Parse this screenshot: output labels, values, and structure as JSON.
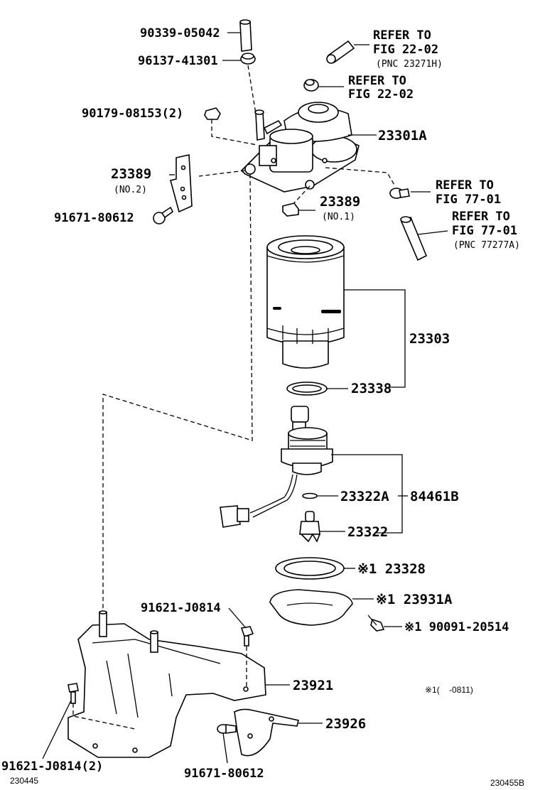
{
  "labels": {
    "p90339": "90339-05042",
    "p96137": "96137-41301",
    "refer1_a": "REFER TO",
    "refer1_b": "FIG 22-02",
    "refer1_c": "(PNC 23271H)",
    "refer2_a": "REFER TO",
    "refer2_b": "FIG 22-02",
    "p90179": "90179-08153(2)",
    "p23301A": "23301A",
    "p23389a": "23389",
    "p23389a_sub": "(NO.2)",
    "refer3_a": "REFER TO",
    "refer3_b": "FIG 77-01",
    "p23389b": "23389",
    "p23389b_sub": "(NO.1)",
    "p91671a": "91671-80612",
    "refer4_a": "REFER TO",
    "refer4_b": "FIG 77-01",
    "refer4_c": "(PNC 77277A)",
    "p23303": "23303",
    "p23338": "23338",
    "p23322A": "23322A",
    "p84461B": "84461B",
    "p23322": "23322",
    "p23328": "※1 23328",
    "p23931A": "※1 23931A",
    "p90091": "※1 90091-20514",
    "p91621a": "91621-J0814",
    "p23921": "23921",
    "note": "※1(    -0811)",
    "p23926": "23926",
    "p91621b": "91621-J0814(2)",
    "p91671b": "91671-80612",
    "code_left": "230445",
    "code_right": "230455B"
  }
}
